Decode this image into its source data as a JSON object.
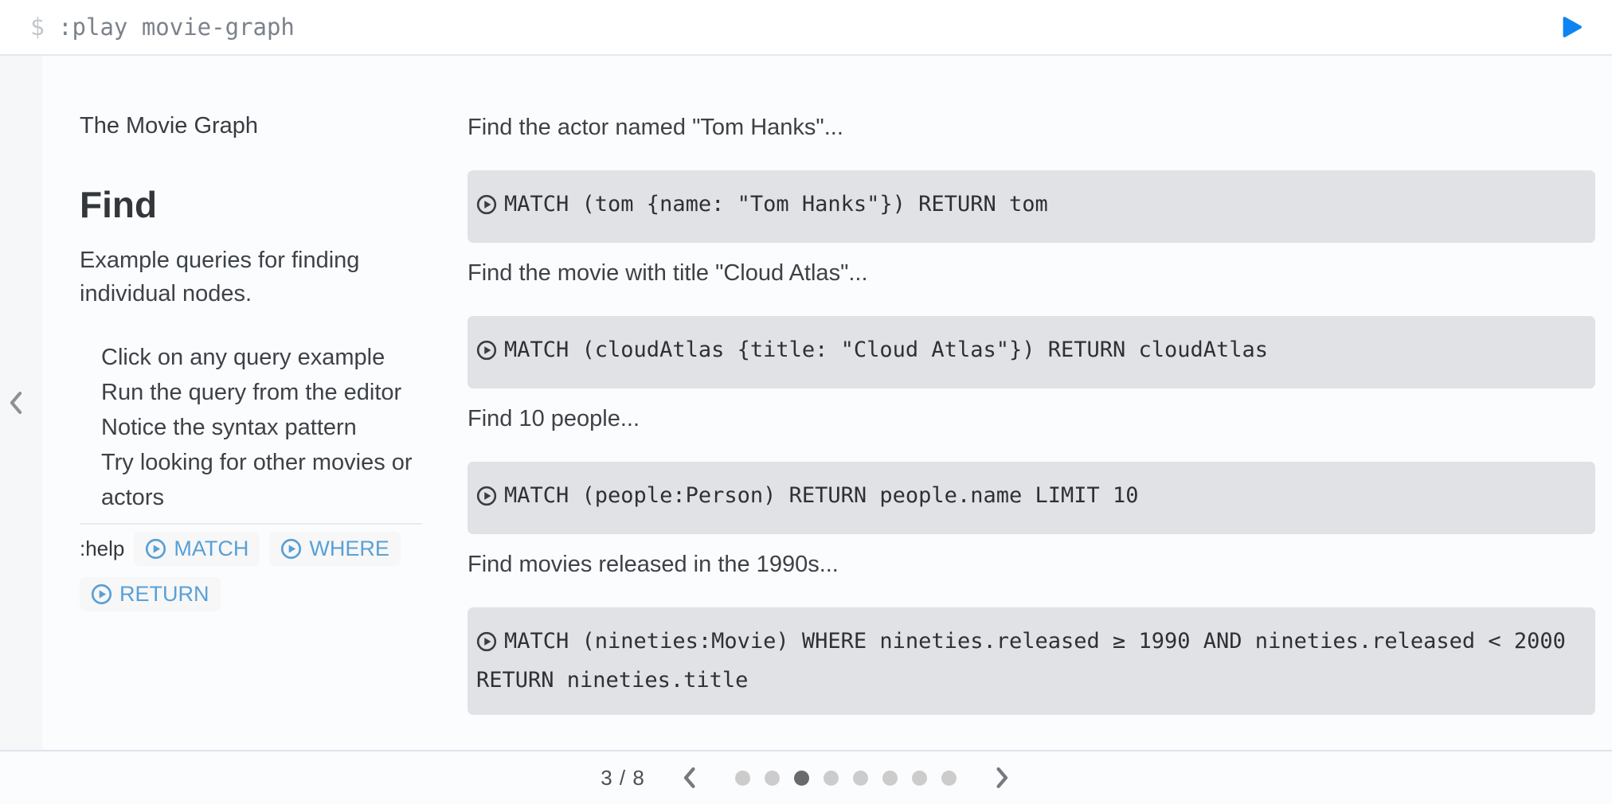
{
  "editor": {
    "prompt": "$",
    "command": ":play movie-graph",
    "run_icon": "play-icon"
  },
  "guide": {
    "prev_icon": "chevron-left-icon",
    "sidebar": {
      "kicker": "The Movie Graph",
      "title": "Find",
      "description": "Example queries for finding individual nodes.",
      "steps": [
        "Click on any query example",
        "Run the query from the editor",
        "Notice the syntax pattern",
        "Try looking for other movies or actors"
      ],
      "help_label": ":help",
      "help_links": [
        "MATCH",
        "WHERE",
        "RETURN"
      ],
      "help_link_icon": "circled-play-icon"
    },
    "examples": [
      {
        "caption": "Find the actor named \"Tom Hanks\"...",
        "query": "MATCH (tom {name: \"Tom Hanks\"}) RETURN tom",
        "icon": "circled-play-icon"
      },
      {
        "caption": "Find the movie with title \"Cloud Atlas\"...",
        "query": "MATCH (cloudAtlas {title: \"Cloud Atlas\"}) RETURN cloudAtlas",
        "icon": "circled-play-icon"
      },
      {
        "caption": "Find 10 people...",
        "query": "MATCH (people:Person) RETURN people.name LIMIT 10",
        "icon": "circled-play-icon"
      },
      {
        "caption": "Find movies released in the 1990s...",
        "query": "MATCH (nineties:Movie) WHERE nineties.released ≥ 1990 AND nineties.released < 2000 RETURN nineties.title",
        "icon": "circled-play-icon"
      }
    ]
  },
  "pagination": {
    "label": "3 / 8",
    "current": 3,
    "total": 8,
    "prev_icon": "chevron-left-icon",
    "next_icon": "chevron-right-icon"
  },
  "colors": {
    "run-blue": "#0e84f2",
    "link-blue": "#58a0d6",
    "code-bg": "#e1e2e5"
  }
}
